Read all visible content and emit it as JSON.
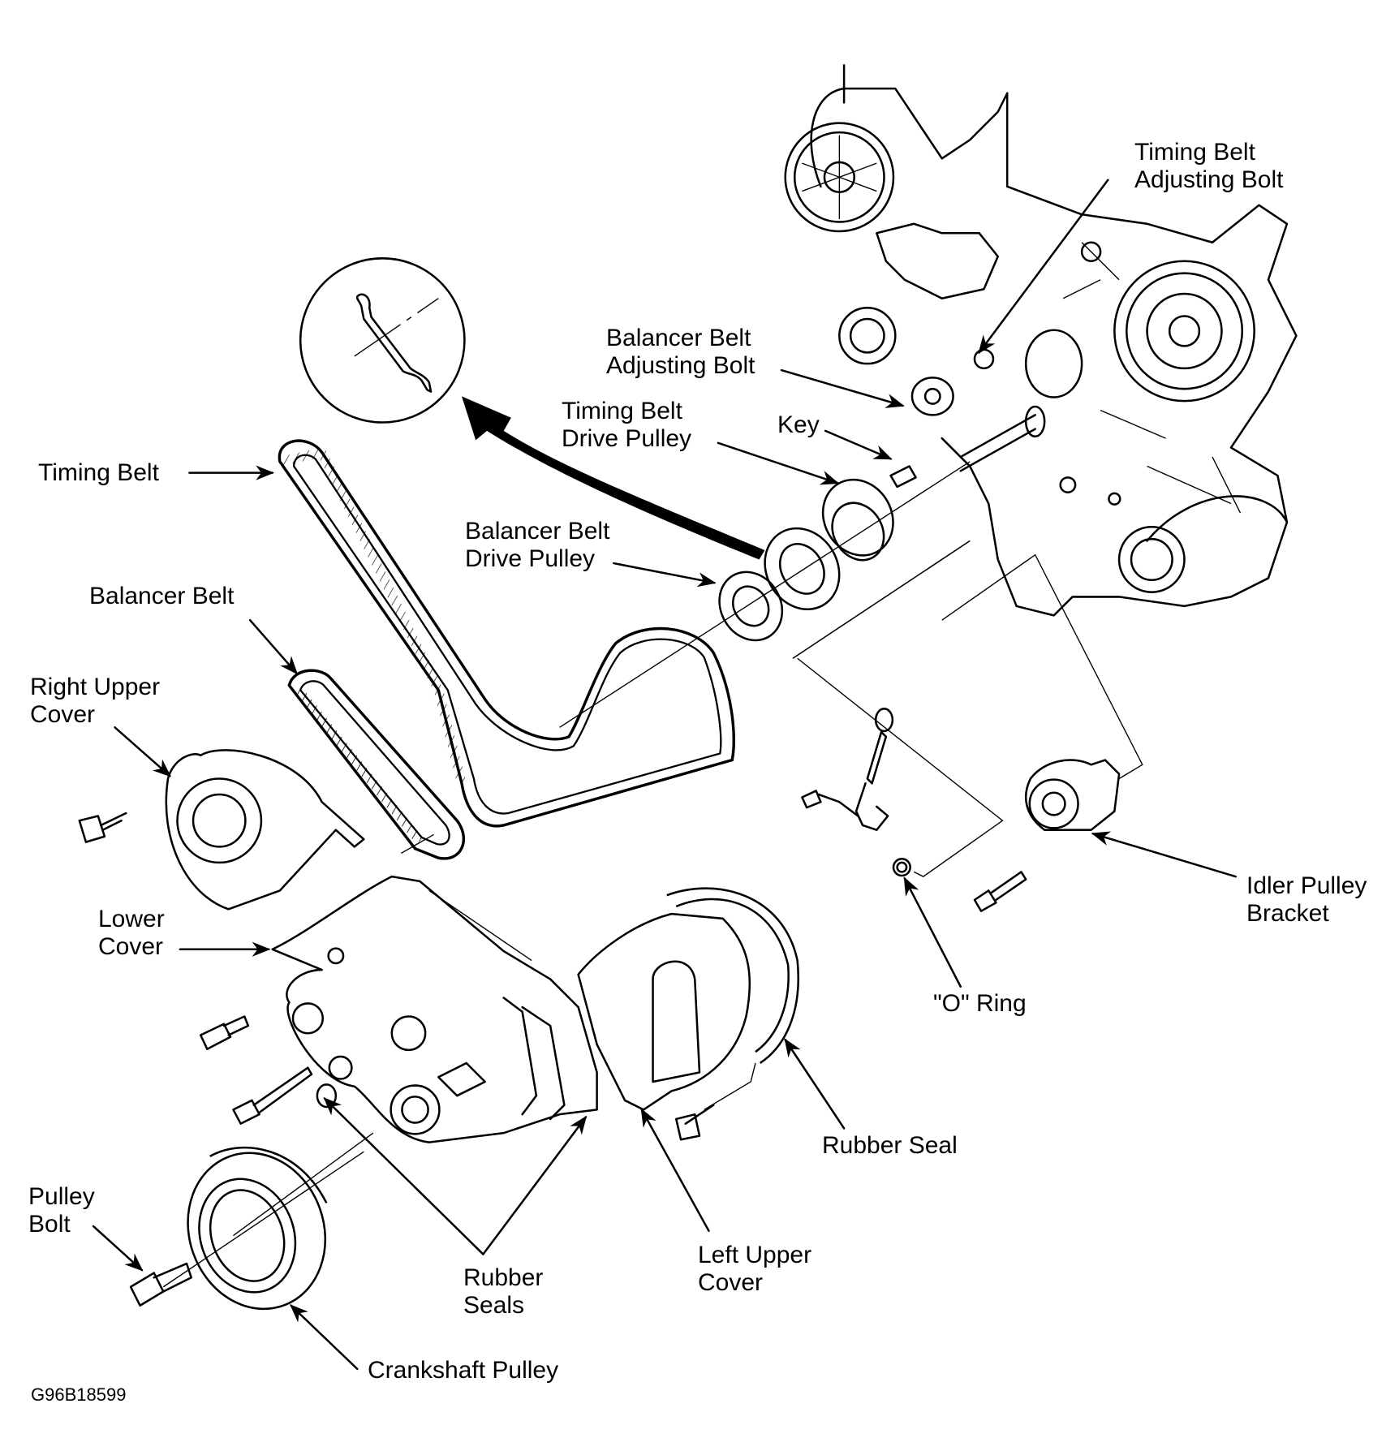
{
  "figure_code": "G96B18599",
  "labels": {
    "timing_belt_adjusting_bolt": [
      "Timing Belt",
      "Adjusting Bolt"
    ],
    "balancer_belt_adjusting_bolt": [
      "Balancer Belt",
      "Adjusting Bolt"
    ],
    "timing_belt_drive_pulley": [
      "Timing Belt",
      "Drive Pulley"
    ],
    "key": "Key",
    "timing_belt": "Timing Belt",
    "balancer_belt_drive_pulley": [
      "Balancer Belt",
      "Drive Pulley"
    ],
    "balancer_belt": "Balancer Belt",
    "right_upper_cover": [
      "Right Upper",
      "Cover"
    ],
    "lower_cover": [
      "Lower",
      "Cover"
    ],
    "idler_pulley_bracket": [
      "Idler Pulley",
      "Bracket"
    ],
    "o_ring": "\"O\" Ring",
    "rubber_seal": "Rubber Seal",
    "left_upper_cover": [
      "Left Upper",
      "Cover"
    ],
    "rubber_seals": [
      "Rubber",
      "Seals"
    ],
    "pulley_bolt": [
      "Pulley",
      "Bolt"
    ],
    "crankshaft_pulley": "Crankshaft Pulley"
  },
  "icons": {
    "detail_callout": "magnified-tool-detail-icon",
    "direction_arrow": "curved-arrow-icon"
  }
}
